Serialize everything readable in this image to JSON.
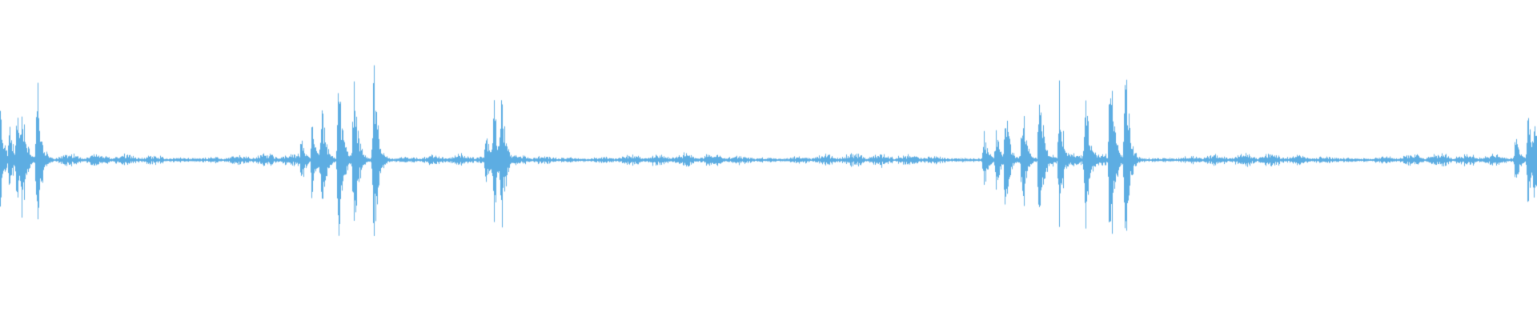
{
  "waveform": {
    "color": "#5dade2",
    "background": "#ffffff",
    "bursts": [
      {
        "at": 0.0,
        "amp": 0.38
      },
      {
        "at": 0.006,
        "amp": 0.3
      },
      {
        "at": 0.011,
        "amp": 0.42
      },
      {
        "at": 0.014,
        "amp": 0.55
      },
      {
        "at": 0.024,
        "amp": 0.66
      },
      {
        "at": 0.196,
        "amp": 0.2
      },
      {
        "at": 0.203,
        "amp": 0.34
      },
      {
        "at": 0.209,
        "amp": 0.5
      },
      {
        "at": 0.22,
        "amp": 0.73
      },
      {
        "at": 0.23,
        "amp": 0.73
      },
      {
        "at": 0.243,
        "amp": 0.78
      },
      {
        "at": 0.316,
        "amp": 0.26
      },
      {
        "at": 0.321,
        "amp": 0.58
      },
      {
        "at": 0.326,
        "amp": 0.6
      },
      {
        "at": 0.64,
        "amp": 0.22
      },
      {
        "at": 0.648,
        "amp": 0.3
      },
      {
        "at": 0.654,
        "amp": 0.48
      },
      {
        "at": 0.665,
        "amp": 0.48
      },
      {
        "at": 0.676,
        "amp": 0.66
      },
      {
        "at": 0.689,
        "amp": 0.6
      },
      {
        "at": 0.706,
        "amp": 0.7
      },
      {
        "at": 0.722,
        "amp": 0.86
      },
      {
        "at": 0.732,
        "amp": 0.84
      },
      {
        "at": 0.986,
        "amp": 0.22
      },
      {
        "at": 0.994,
        "amp": 0.38
      },
      {
        "at": 0.998,
        "amp": 0.36
      }
    ],
    "noise_level": 0.05,
    "center": 0.5
  }
}
